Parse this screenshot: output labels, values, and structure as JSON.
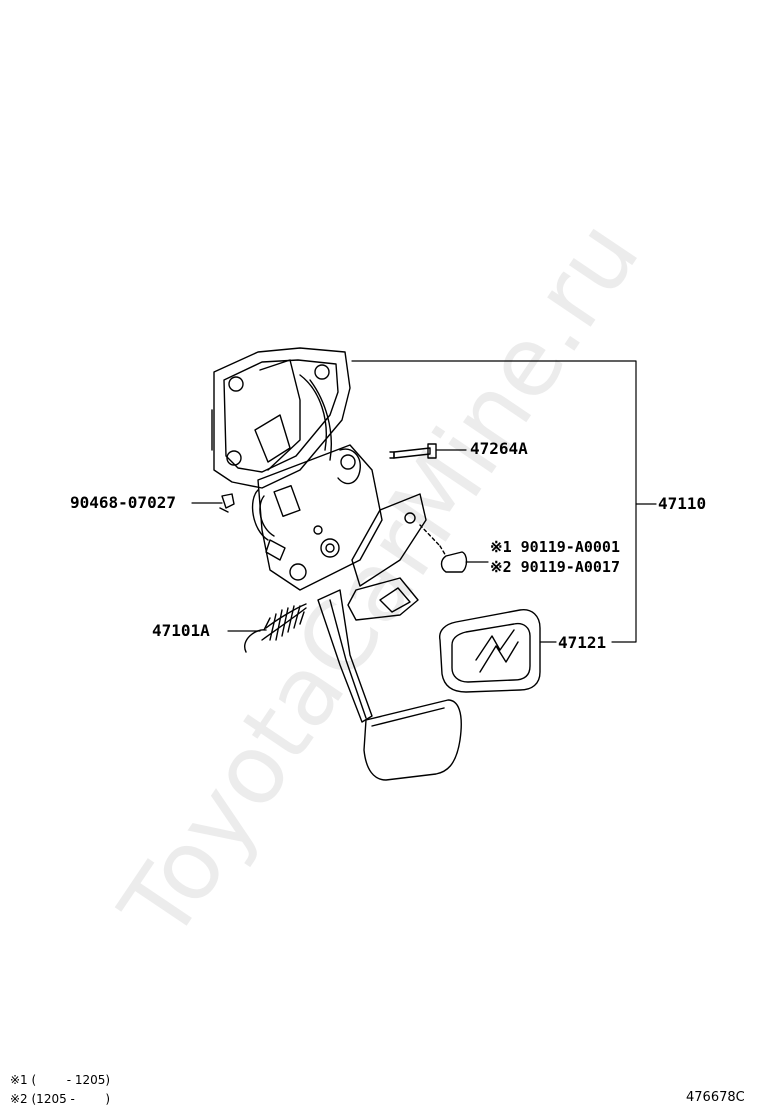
{
  "watermark": "ToyotaCarMine.ru",
  "callouts": {
    "part_47264A": "47264A",
    "part_47110": "47110",
    "part_90468": "90468-07027",
    "part_90119_1": "※1 90119-A0001",
    "part_90119_2": "※2 90119-A0017",
    "part_47101A": "47101A",
    "part_47121": "47121"
  },
  "footnotes": {
    "note1": "※1 (        - 1205)",
    "note2": "※2 (1205 -        )"
  },
  "diagram_ref": "476678C",
  "colors": {
    "line": "#000000",
    "background": "#ffffff"
  }
}
